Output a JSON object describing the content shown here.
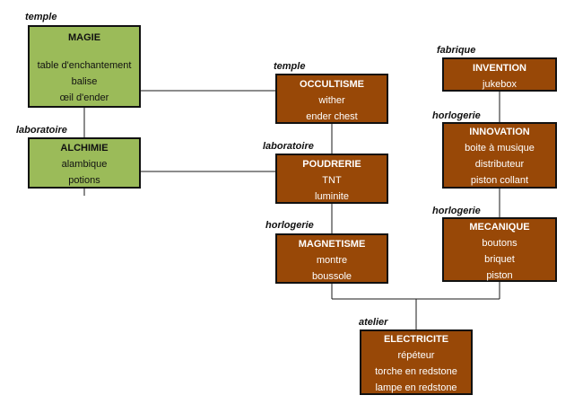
{
  "nodes": {
    "magie": {
      "title": "MAGIE",
      "tag": "temple",
      "items": [
        "table d'enchantement",
        "balise",
        "œil d'ender"
      ],
      "color": "#9bbb59"
    },
    "alchimie": {
      "title": "ALCHIMIE",
      "tag": "laboratoire",
      "items": [
        "alambique",
        "potions"
      ],
      "color": "#9bbb59"
    },
    "occultisme": {
      "title": "OCCULTISME",
      "tag": "temple",
      "items": [
        "wither",
        "ender chest"
      ],
      "color": "#984807"
    },
    "poudrerie": {
      "title": "POUDRERIE",
      "tag": "laboratoire",
      "items": [
        "TNT",
        "luminite"
      ],
      "color": "#984807"
    },
    "magnetisme": {
      "title": "MAGNETISME",
      "tag": "horlogerie",
      "items": [
        "montre",
        "boussole"
      ],
      "color": "#984807"
    },
    "invention": {
      "title": "INVENTION",
      "tag": "fabrique",
      "items": [
        "jukebox"
      ],
      "color": "#984807"
    },
    "innovation": {
      "title": "INNOVATION",
      "tag": "horlogerie",
      "items": [
        "boite à musique",
        "distributeur",
        "piston collant"
      ],
      "color": "#984807"
    },
    "mecanique": {
      "title": "MECANIQUE",
      "tag": "horlogerie",
      "items": [
        "boutons",
        "briquet",
        "piston"
      ],
      "color": "#984807"
    },
    "electricite": {
      "title": "ELECTRICITE",
      "tag": "atelier",
      "items": [
        "répéteur",
        "torche en redstone",
        "lampe en redstone"
      ],
      "color": "#984807"
    }
  }
}
